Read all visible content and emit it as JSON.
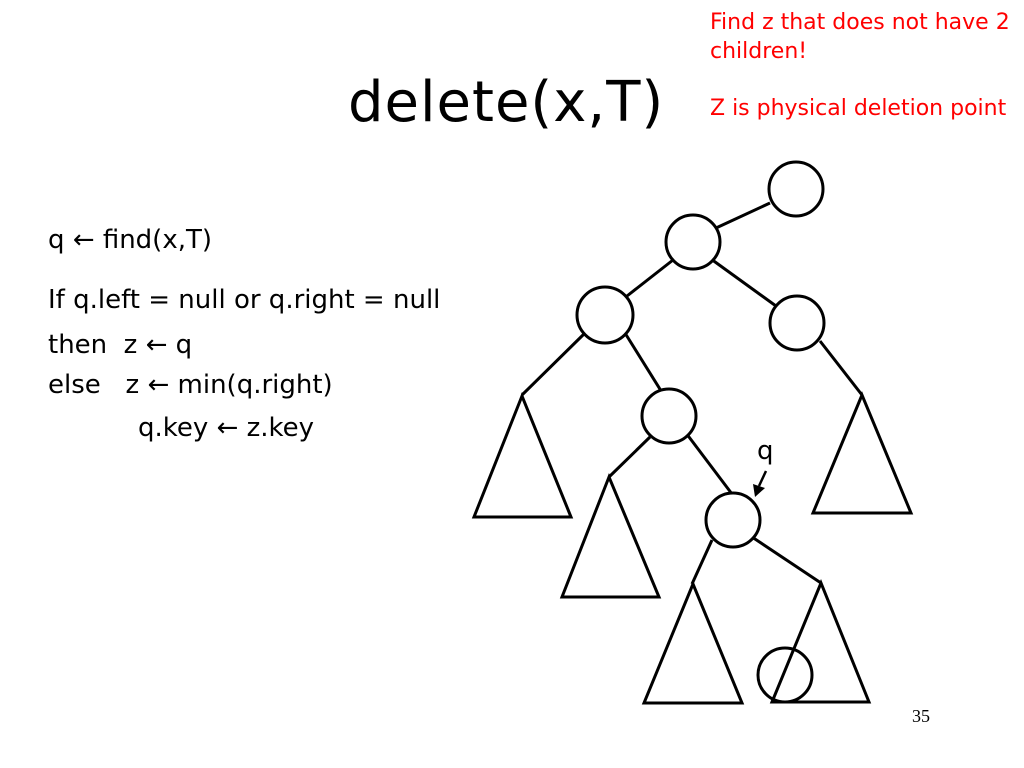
{
  "slide": {
    "title": "delete(x,T)",
    "notes": [
      "Find z that does not have 2 children!",
      "Z is physical deletion point"
    ],
    "code": {
      "line1": "q ← find(x,T)",
      "line2": "If q.left = null or q.right = null",
      "line3": "then  z ← q",
      "line4": "else   z ← min(q.right)",
      "line5": "q.key ← z.key"
    },
    "pointer_label": "q",
    "slide_number": "35"
  },
  "colors": {
    "text": "#000000",
    "note": "#ff0000",
    "background": "#ffffff"
  }
}
